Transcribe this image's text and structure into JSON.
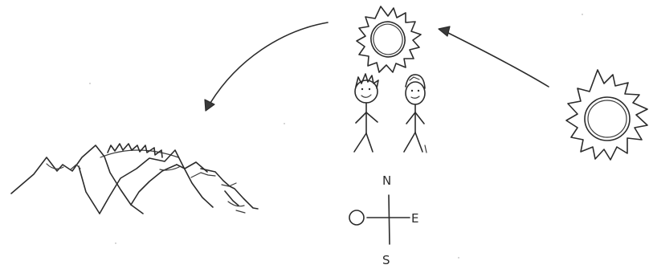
{
  "compass": {
    "north": "N",
    "east": "E",
    "south": "S",
    "west": "O"
  },
  "icons": {
    "sun_overhead": "sun-icon",
    "sun_rising": "sun-icon",
    "mountains": "mountain-range-icon",
    "people": "stick-figure-icon"
  },
  "colors": {
    "ink": "#2b2b2b",
    "paper": "#ffffff"
  }
}
